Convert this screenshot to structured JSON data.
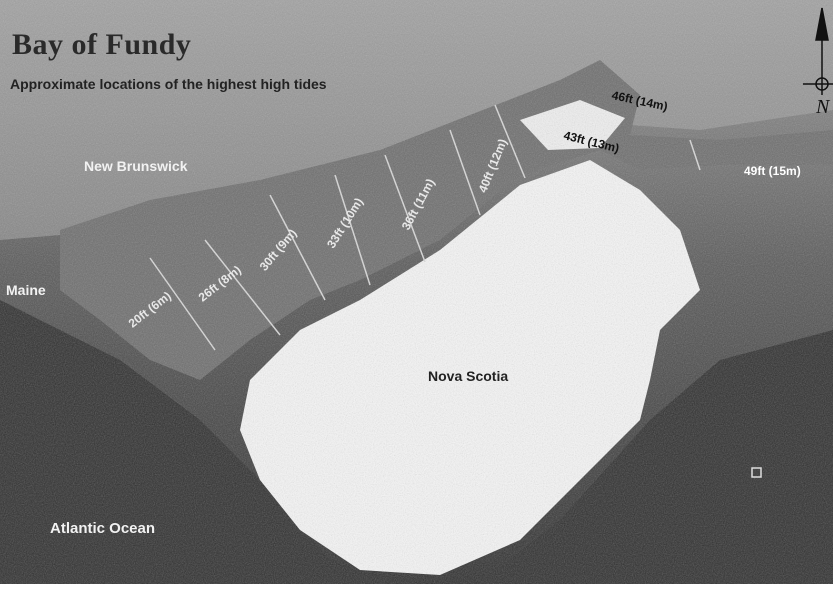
{
  "map": {
    "title": "Bay of Fundy",
    "subtitle": "Approximate locations of the highest high tides",
    "places": {
      "new_brunswick": "New Brunswick",
      "maine": "Maine",
      "nova_scotia": "Nova Scotia",
      "atlantic_ocean": "Atlantic Ocean"
    },
    "tide_zones": [
      "20ft (6m)",
      "26ft (8m)",
      "30ft (9m)",
      "33ft (10m)",
      "36ft (11m)",
      "40ft (12m)",
      "43ft (13m)",
      "46ft (14m)",
      "49ft (15m)"
    ],
    "compass_label": "N",
    "colors": {
      "land_dark": "#3a3a3a",
      "bay": "#6e6e6e",
      "nova_scotia": "#f6f6f6",
      "zone_line": "#d8d8d8"
    }
  }
}
